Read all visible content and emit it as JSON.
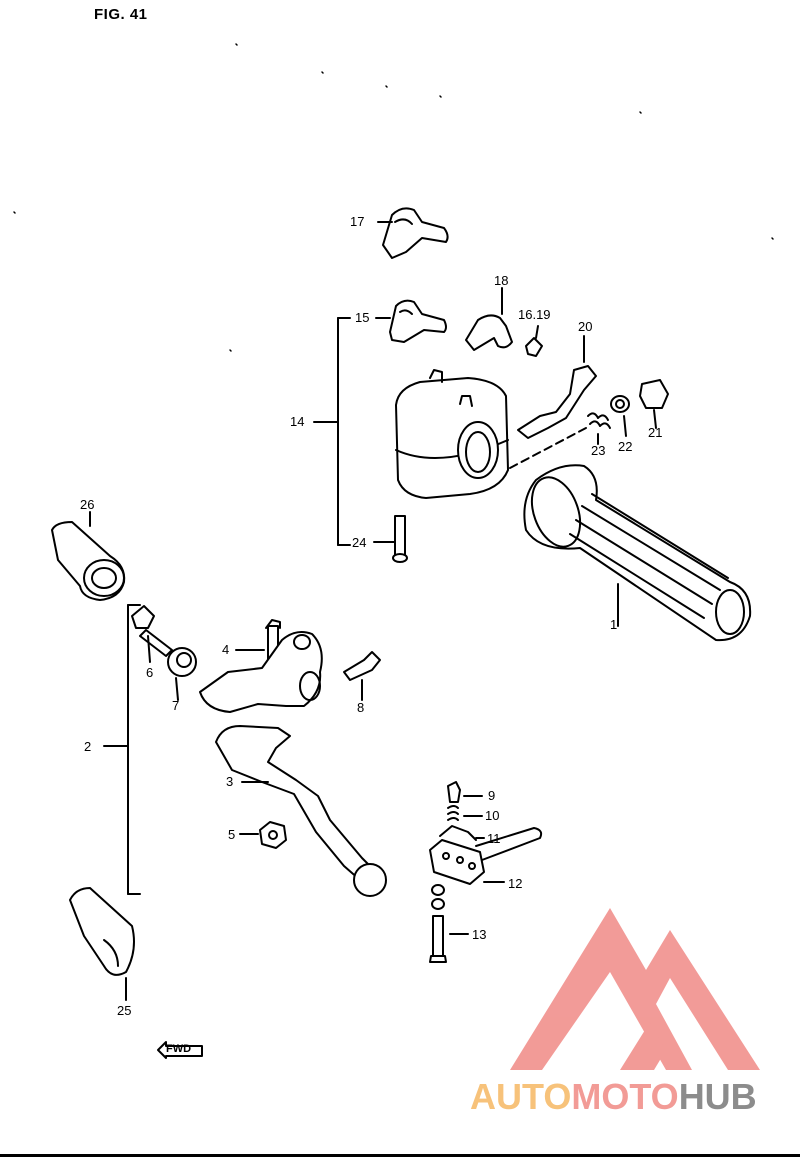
{
  "figure": {
    "title": "FIG. 41"
  },
  "callouts": {
    "c1": "1",
    "c2": "2",
    "c3": "3",
    "c4": "4",
    "c5": "5",
    "c6": "6",
    "c7": "7",
    "c8": "8",
    "c9": "9",
    "c10": "10",
    "c11": "11",
    "c12": "12",
    "c13": "13",
    "c14": "14",
    "c15": "15",
    "c16_19": "16.19",
    "c17": "17",
    "c18": "18",
    "c20": "20",
    "c21": "21",
    "c22": "22",
    "c23": "23",
    "c24": "24",
    "c25": "25",
    "c26": "26"
  },
  "direction_marker": {
    "label": "FWD"
  },
  "watermark": {
    "part1": "AUTO",
    "part2": "MOTO",
    "part3": "HUB",
    "colors": {
      "part1": "#f7c27a",
      "part2": "#f29b96",
      "part3": "#8c8c8c",
      "logo": "#f08a86"
    }
  }
}
